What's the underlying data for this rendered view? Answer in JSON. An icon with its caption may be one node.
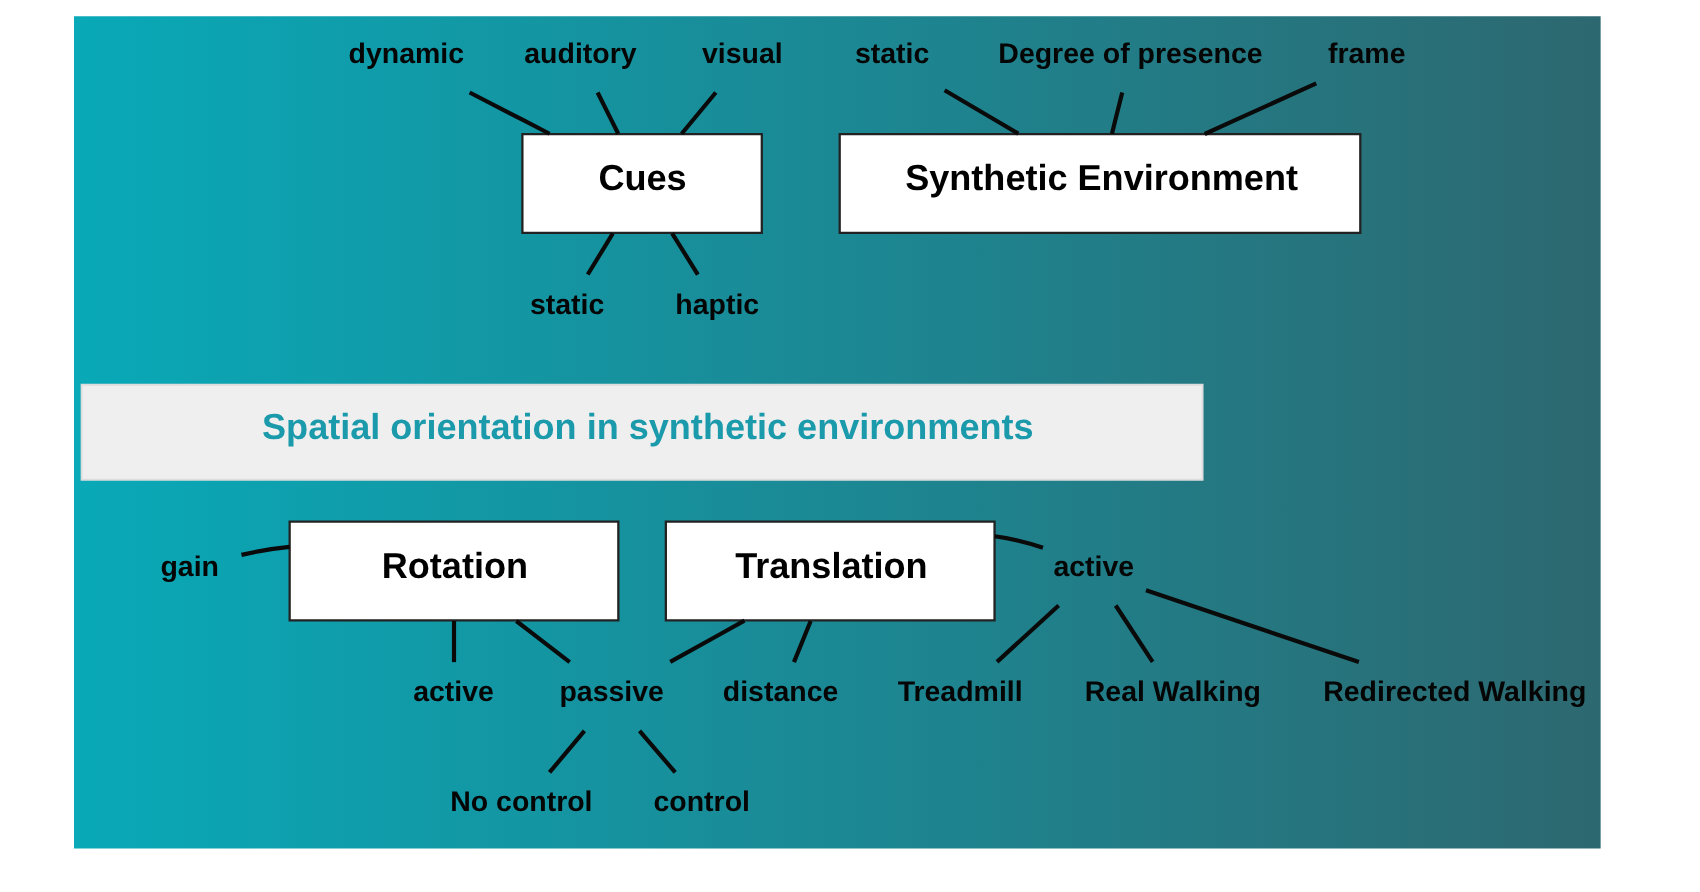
{
  "diagram": {
    "nodes": [
      {
        "text": [
          "auditory"
        ]
      },
      {
        "text": [
          "dynamic"
        ]
      },
      {
        "text": [
          "visual"
        ]
      },
      {
        "text": [
          "Cues"
        ]
      },
      {
        "text": [
          "static"
        ]
      },
      {
        "text": [
          "haptic"
        ]
      },
      {
        "text": [
          "static"
        ]
      },
      {
        "text": [
          "Degree of presence"
        ]
      },
      {
        "text": [
          "frame"
        ]
      },
      {
        "text": [
          "Synthetic Environment"
        ]
      },
      {
        "text": [
          "Spatial orientation in synthetic environments"
        ]
      },
      {
        "text": [
          "Treadmill"
        ]
      },
      {
        "text": [
          "gain"
        ]
      },
      {
        "text": [
          "Rotation"
        ]
      },
      {
        "text": [
          "Translation"
        ]
      },
      {
        "text": [
          "active"
        ]
      },
      {
        "text": [
          "Real Walking"
        ]
      },
      {
        "text": [
          "Redirected Walking"
        ]
      },
      {
        "text": [
          "active"
        ]
      },
      {
        "text": [
          "passive"
        ]
      },
      {
        "text": [
          "distance"
        ]
      },
      {
        "text": [
          "No control"
        ]
      },
      {
        "text": [
          "control"
        ]
      }
    ],
    "edges": [
      {
        "from": 1,
        "to": 3,
        "arrow": "none"
      },
      {
        "from": 0,
        "to": 3,
        "arrow": "none"
      },
      {
        "from": 2,
        "to": 3,
        "arrow": "none"
      },
      {
        "from": 3,
        "to": 4,
        "arrow": "none"
      },
      {
        "from": 3,
        "to": 5,
        "arrow": "none"
      },
      {
        "from": 6,
        "to": 9,
        "arrow": "none"
      },
      {
        "from": 7,
        "to": 9,
        "arrow": "none"
      },
      {
        "from": 8,
        "to": 9,
        "arrow": "none"
      },
      {
        "from": 12,
        "to": 13,
        "arrow": "none"
      },
      {
        "from": 13,
        "to": 18,
        "arrow": "none"
      },
      {
        "from": 13,
        "to": 19,
        "arrow": "none"
      },
      {
        "from": 14,
        "to": 19,
        "arrow": "none"
      },
      {
        "from": 14,
        "to": 15,
        "arrow": "none"
      },
      {
        "from": 14,
        "to": 20,
        "arrow": "none"
      },
      {
        "from": 15,
        "to": 11,
        "arrow": "none"
      },
      {
        "from": 15,
        "to": 16,
        "arrow": "none"
      },
      {
        "from": 15,
        "to": 17,
        "arrow": "none"
      },
      {
        "from": 19,
        "to": 21,
        "arrow": "none"
      },
      {
        "from": 19,
        "to": 22,
        "arrow": "none"
      }
    ]
  }
}
